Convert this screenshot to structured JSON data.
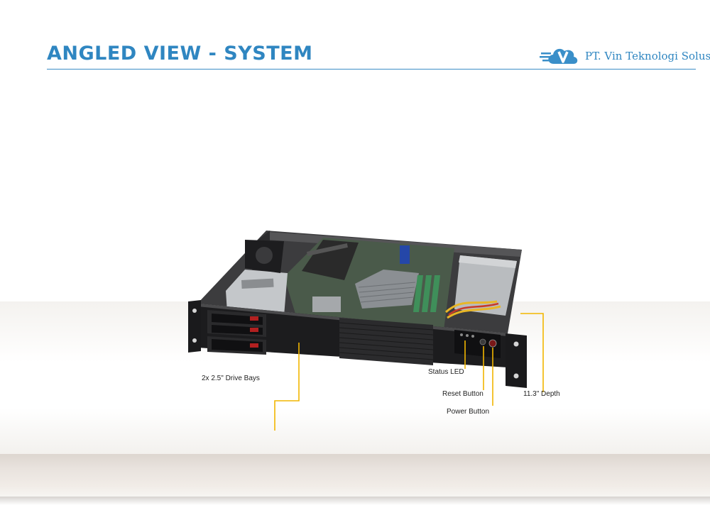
{
  "header": {
    "title": "ANGLED VIEW - SYSTEM",
    "logo_text": "PT. Vin Teknologi Solusi"
  },
  "callouts": {
    "drive_bays": "2x 2.5\" Drive Bays",
    "status_led": "Status LED",
    "reset_button": "Reset Button",
    "power_button": "Power Button",
    "depth": "11.3\" Depth"
  },
  "colors": {
    "accent": "#2f86c1",
    "callout_line": "#f2b600"
  }
}
